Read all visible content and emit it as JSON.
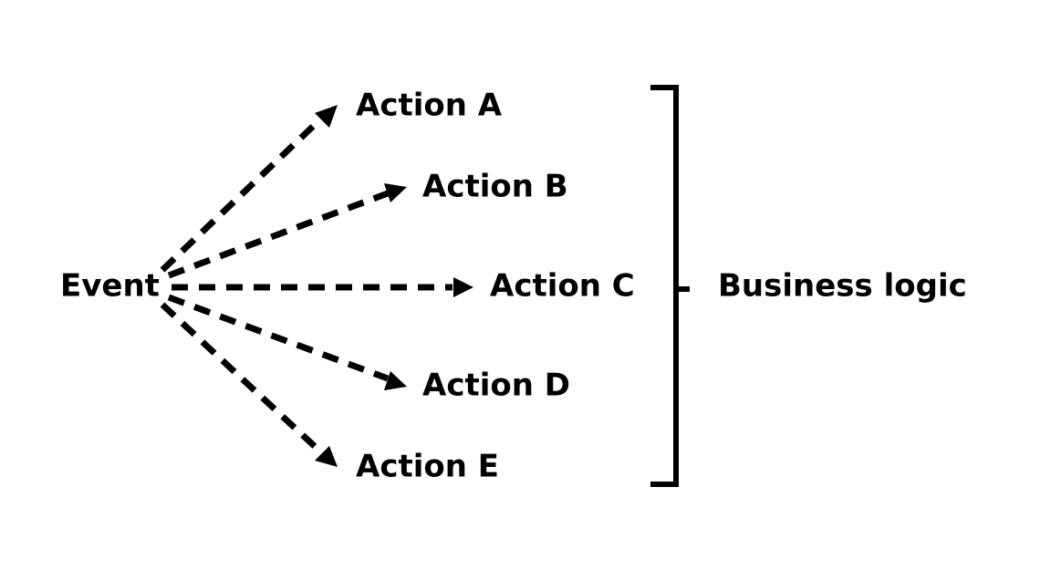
{
  "source": {
    "label": "Event"
  },
  "actions": [
    {
      "id": "a",
      "label": "Action A"
    },
    {
      "id": "b",
      "label": "Action B"
    },
    {
      "id": "c",
      "label": "Action C"
    },
    {
      "id": "d",
      "label": "Action D"
    },
    {
      "id": "e",
      "label": "Action E"
    }
  ],
  "group": {
    "label": "Business logic"
  },
  "colors": {
    "ink": "#000000",
    "background": "#ffffff"
  }
}
